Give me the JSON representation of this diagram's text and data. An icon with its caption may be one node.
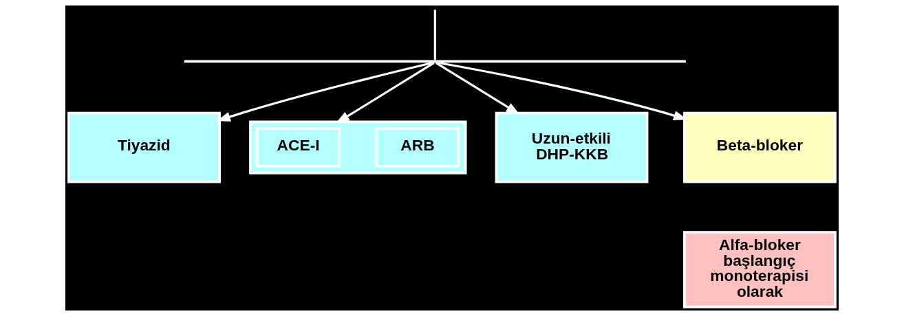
{
  "diagram": {
    "nodes": [
      {
        "text": [],
        "shape": "bar"
      },
      {
        "text": [
          "Tiyazid"
        ]
      },
      {
        "text": [],
        "shape": "box"
      },
      {
        "text": [
          "ACE-I"
        ],
        "in": 2
      },
      {
        "text": [
          "ARB"
        ],
        "in": 2
      },
      {
        "text": [
          "Uzun-etkili DHP-KKB"
        ]
      },
      {
        "text": [
          "Beta-bloker"
        ]
      },
      {
        "text": [
          "Alfa-bloker başlangıç monoterapisi olarak"
        ]
      }
    ],
    "edges": [
      {
        "from": null,
        "to": 0,
        "arrow": "none"
      },
      {
        "from": 0,
        "to": 1,
        "arrow": "to"
      },
      {
        "from": 0,
        "to": 2,
        "arrow": "to"
      },
      {
        "from": 0,
        "to": 5,
        "arrow": "to"
      },
      {
        "from": 0,
        "to": 6,
        "arrow": "to"
      }
    ]
  }
}
